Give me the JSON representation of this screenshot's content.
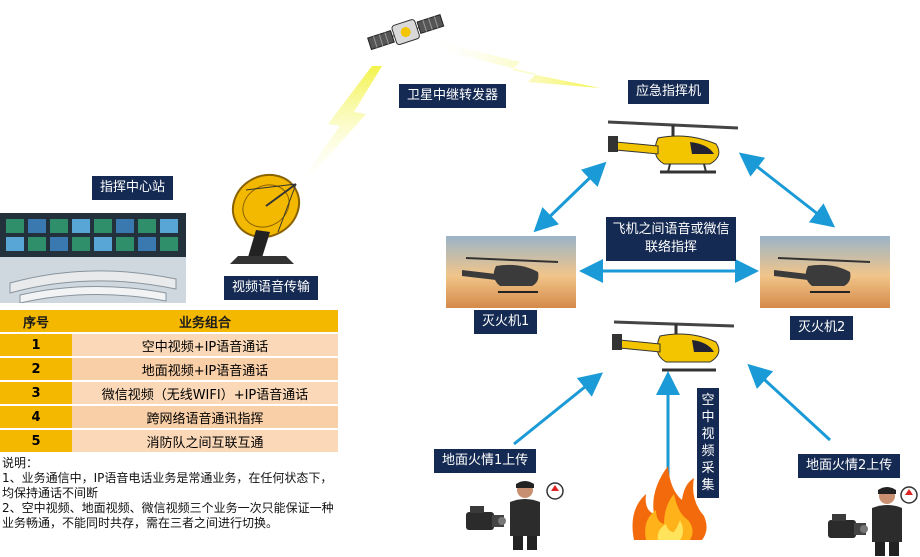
{
  "labels": {
    "satellite": "卫星中继转发器",
    "emergency_command": "应急指挥机",
    "command_center": "指挥中心站",
    "video_voice": "视频语音传输",
    "inter_aircraft": "飞机之间语音或微信联络指挥",
    "firefighter1": "灭火机1",
    "firefighter2": "灭火机2",
    "ground_fire1": "地面火情1上传",
    "ground_fire2": "地面火情2上传",
    "air_video": "空中视频采集"
  },
  "table": {
    "headers": [
      "序号",
      "业务组合"
    ],
    "rows": [
      {
        "num": "1",
        "desc": "空中视频+IP语音通话"
      },
      {
        "num": "2",
        "desc": "地面视频+IP语音通话"
      },
      {
        "num": "3",
        "desc": "微信视频（无线WIFI）+IP语音通话"
      },
      {
        "num": "4",
        "desc": "跨网络语音通讯指挥"
      },
      {
        "num": "5",
        "desc": "消防队之间互联互通"
      }
    ]
  },
  "note": {
    "title": "说明：",
    "lines": [
      "1、业务通信中，IP语音电话业务是常通业务，在任何状态下，均保持通话不间断",
      "2、空中视频、地面视频、微信视频三个业务一次只能保证一种业务畅通，不能同时共存，需在三者之间进行切换。"
    ]
  },
  "icons": [
    "satellite-icon",
    "dish-antenna-icon",
    "helicopter-icon",
    "fire-icon",
    "camera-icon",
    "firefighter-icon",
    "lightning-icon"
  ],
  "colors": {
    "label_bg": "#152a52",
    "arrow": "#1a9ad6",
    "table_header": "#f5b800",
    "table_cell": "#fbd9b8",
    "bolt": "#f3f34a"
  }
}
